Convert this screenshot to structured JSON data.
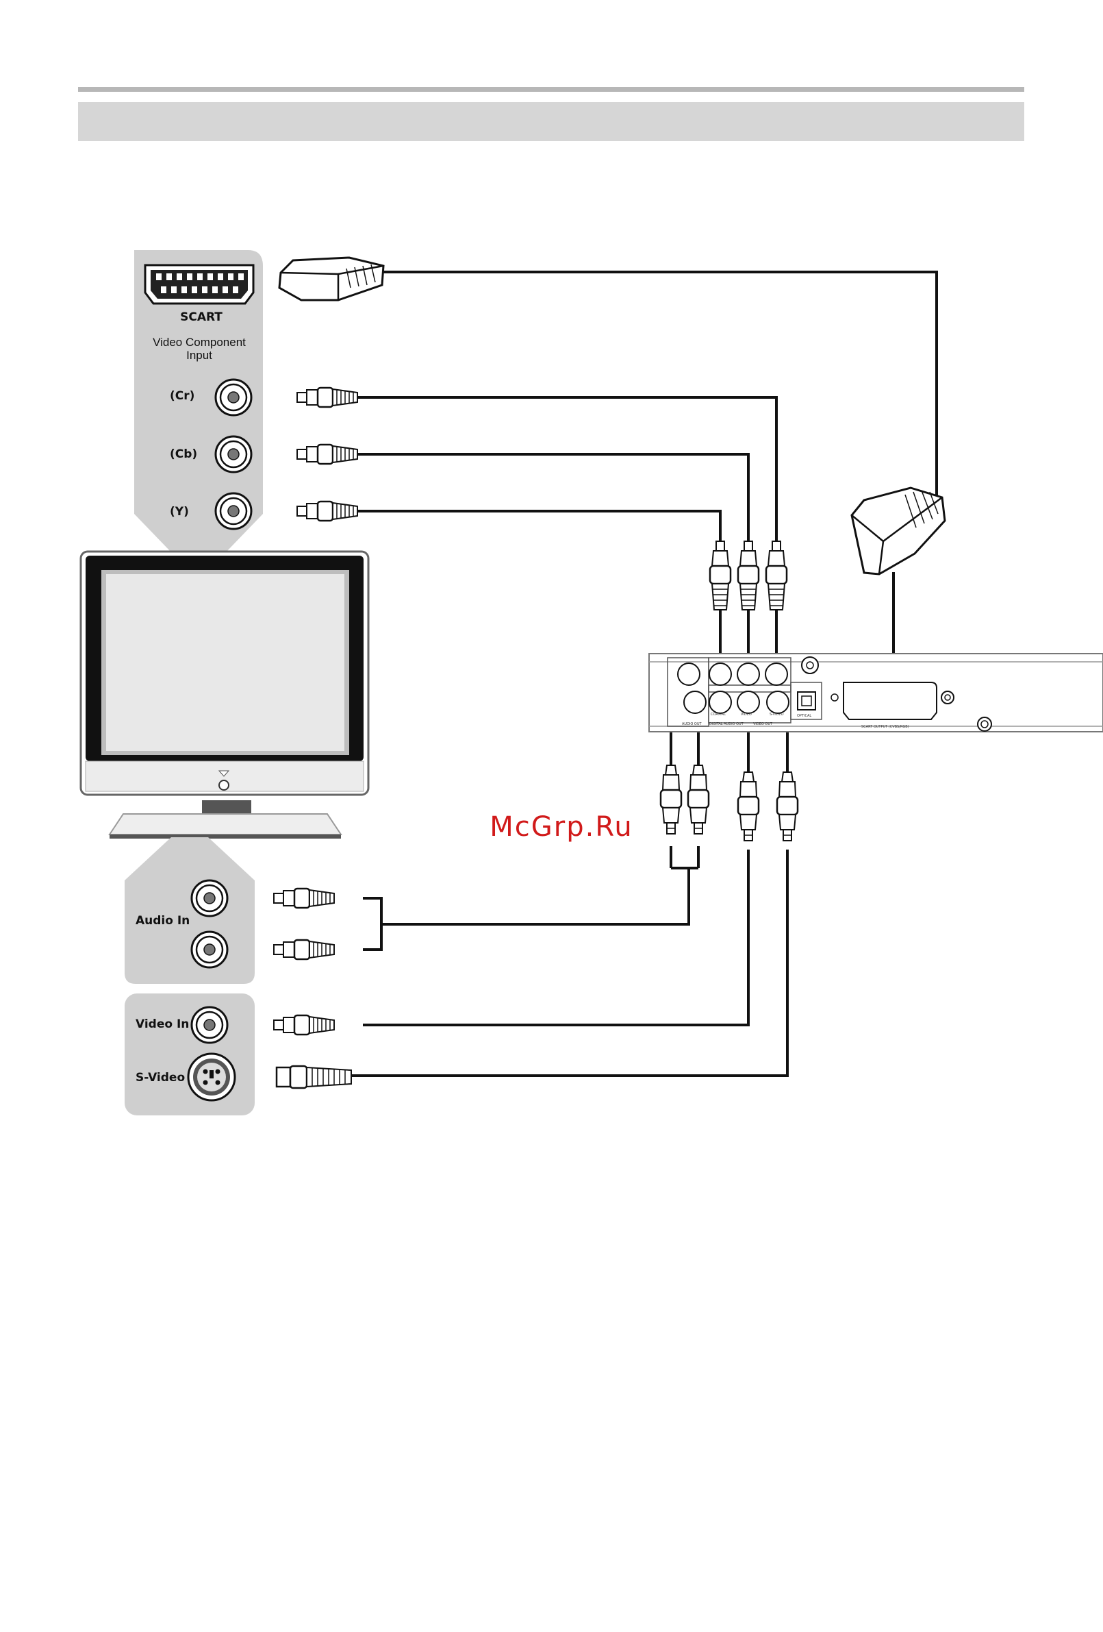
{
  "tv_panel": {
    "scart_label": "SCART",
    "component_title_line1": "Video Component",
    "component_title_line2": "Input",
    "cr_label": "(Cr)",
    "cb_label": "(Cb)",
    "y_label": "(Y)",
    "audio_in_label": "Audio In",
    "video_in_label": "Video In",
    "svideo_label": "S-Video"
  },
  "player_panel": {
    "audio_out": "AUDIO OUT",
    "digital_audio_out": "DIGITAL AUDIO OUT",
    "coaxial": "COAXIAL",
    "video": "VIDEO",
    "video_out": "VIDEO OUT",
    "s_video": "S-VIDEO",
    "optical": "OPTICAL",
    "scart_output": "SCART OUTPUT (CVBS/RGB)"
  },
  "watermark": "McGrp.Ru"
}
